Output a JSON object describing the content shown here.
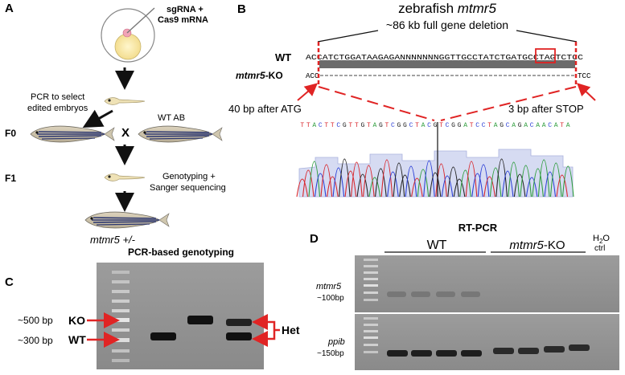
{
  "panel_a": {
    "label": "A",
    "injection_text_1": "sgRNA +",
    "injection_text_2": "Cas9 mRNA",
    "pcr_text_1": "PCR to select",
    "pcr_text_2": "edited embryos",
    "gen_f0": "F0",
    "gen_f1": "F1",
    "cross": "X",
    "wt_ab": "WT AB",
    "genotyping_1": "Genotyping +",
    "genotyping_2": "Sanger sequencing",
    "result": "mtmr5 +/-"
  },
  "panel_b": {
    "label": "B",
    "title_1": "zebrafish ",
    "title_gene": "mtmr5",
    "title_2": "~86 kb full gene deletion",
    "wt_label": "WT",
    "ko_gene": "mtmr5",
    "ko_suffix": "-KO",
    "wt_seq": "ACCATCTGGATAAGAGANNNNNNNGGTTGCCTATCTGATGCCTAGTCTCC",
    "ko_seq": "ACC",
    "ko_seq_end": "TCC",
    "left_annot": "40 bp after ATG",
    "right_annot": "3 bp after STOP",
    "chromatogram_seq": "TTACTTCGTTGTAGTCGGCTACGTCGGATCCTAGCAGACAACATA",
    "colors": {
      "A": "#2e9d3c",
      "C": "#2a3ed6",
      "G": "#222222",
      "T": "#d8262b",
      "accent": "#e02424"
    }
  },
  "panel_c": {
    "label": "C",
    "title": "PCR-based genotyping",
    "ko_size": "~500 bp",
    "ko_label": "KO",
    "wt_size": "~300 bp",
    "wt_label": "WT",
    "het_label": "Het"
  },
  "panel_d": {
    "label": "D",
    "title": "RT-PCR",
    "wt_group": "WT",
    "ko_gene": "mtmr5",
    "ko_suffix": "-KO",
    "h2o_1": "H",
    "h2o_sub": "2",
    "h2o_2": "O",
    "h2o_ctrl": "ctrl",
    "gene1": "mtmr5",
    "gene1_size": "~100bp",
    "gene2": "ppib",
    "gene2_size": "~150bp"
  }
}
